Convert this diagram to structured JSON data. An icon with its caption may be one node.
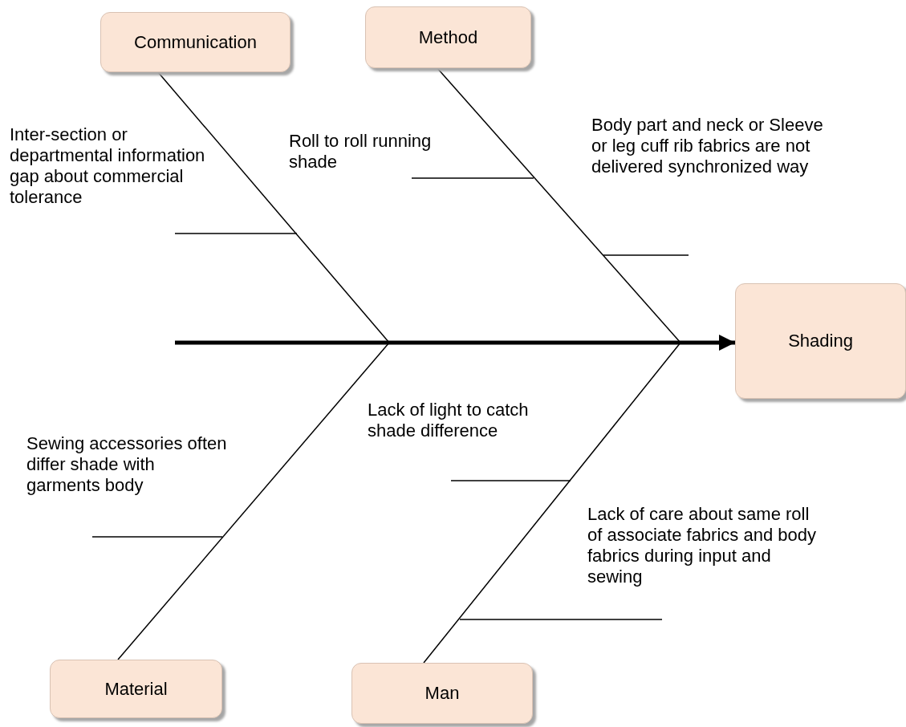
{
  "diagram": {
    "nodes": [
      {
        "text": [
          "Communication"
        ]
      },
      {
        "text": [
          "Method"
        ]
      },
      {
        "text": [
          "Shading"
        ]
      },
      {
        "text": [
          "Material"
        ]
      },
      {
        "text": [
          "Man"
        ]
      }
    ],
    "edges": [
      {
        "from": null,
        "to": 2,
        "arrow": "to",
        "style": "thick"
      },
      {
        "from": 0,
        "to": null,
        "arrow": "none"
      },
      {
        "from": 1,
        "to": null,
        "arrow": "none"
      },
      {
        "from": 3,
        "to": null,
        "arrow": "none"
      },
      {
        "from": 4,
        "to": null,
        "arrow": "none"
      }
    ],
    "labels": [
      "Inter-section or departmental information gap about commercial tolerance",
      "Roll to roll running shade",
      "Body part and neck or Sleeve or leg cuff rib fabrics are not delivered synchronized way",
      "Lack of light to catch shade difference",
      "Sewing accessories often differ shade with garments body",
      "Lack of care about same roll of associate fabrics and body fabrics during input and sewing"
    ]
  }
}
